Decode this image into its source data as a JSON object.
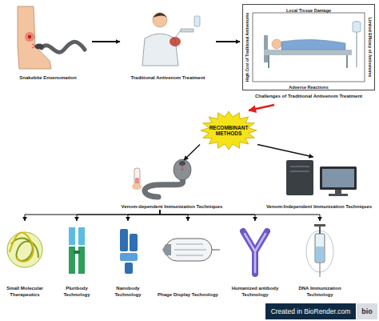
{
  "diagram": {
    "nodes": [
      {
        "text": [
          "Snakebite Envenomation"
        ]
      },
      {
        "text": [
          "Traditional Antivenom Treatment"
        ]
      },
      {
        "text": [
          "Local Tissue Damage",
          "High Cost of Traditional Antivenoms",
          "Limited Efficacy of Antivenoms",
          "Adverse Reactions",
          "Challenges of Traditional Antivenom Treatment"
        ]
      },
      {
        "text": [
          "RECOMBINANT METHODS"
        ]
      },
      {
        "text": [
          "Venom-dependent Immunization Techniques"
        ]
      },
      {
        "text": [
          "Venom-Independent Immunization Techniques"
        ]
      },
      {
        "text": [
          "Small Molecular Therapeutics"
        ]
      },
      {
        "text": [
          "Pluribody Technology"
        ]
      },
      {
        "text": [
          "Nanobody Technology"
        ]
      },
      {
        "text": [
          "Phage Display Technology"
        ]
      },
      {
        "text": [
          "Humanized antibody Technology"
        ]
      },
      {
        "text": [
          "DNA Immunization Technology"
        ]
      }
    ],
    "edges": [
      {
        "from": 0,
        "to": 1,
        "arrow": "to"
      },
      {
        "from": 1,
        "to": 2,
        "arrow": "to"
      },
      {
        "from": 2,
        "to": 3,
        "arrow": "to"
      },
      {
        "from": 3,
        "to": 4,
        "arrow": "to"
      },
      {
        "from": 3,
        "to": 5,
        "arrow": "to"
      },
      {
        "from": 4,
        "to": 6,
        "arrow": "to"
      },
      {
        "from": 4,
        "to": 7,
        "arrow": "to"
      },
      {
        "from": 4,
        "to": 8,
        "arrow": "to"
      },
      {
        "from": 4,
        "to": 9,
        "arrow": "to"
      },
      {
        "from": 4,
        "to": 10,
        "arrow": "to"
      },
      {
        "from": 4,
        "to": 11,
        "arrow": "to"
      }
    ],
    "labels": [
      "Created in BioRender.com",
      "bio"
    ]
  }
}
